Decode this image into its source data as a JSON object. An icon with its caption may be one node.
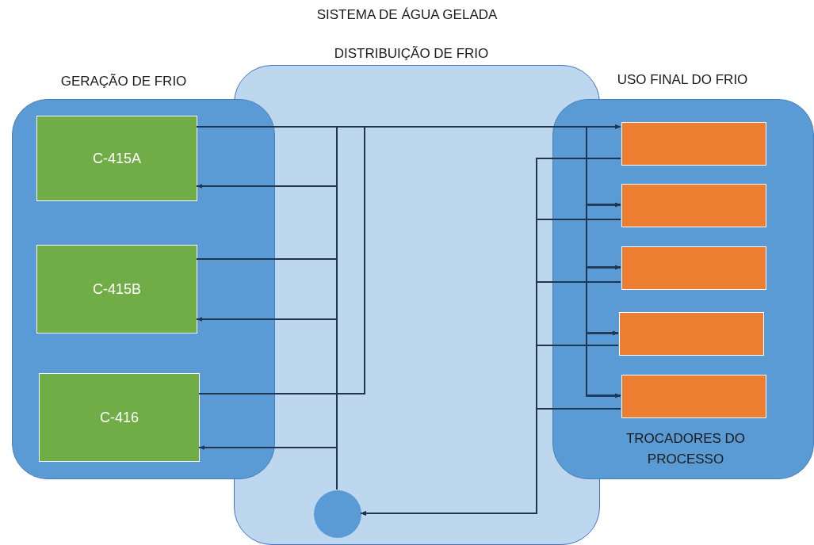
{
  "diagram": {
    "title": "SISTEMA DE ÁGUA GELADA",
    "nodes": [
      {
        "text": [
          "GERAÇÃO DE FRIO"
        ]
      },
      {
        "text": [
          "C-415A"
        ],
        "in": 0
      },
      {
        "text": [
          "C-415B"
        ],
        "in": 0
      },
      {
        "text": [
          "C-416"
        ],
        "in": 0
      },
      {
        "text": [
          "DISTRIBUIÇÃO DE FRIO"
        ]
      },
      {
        "text": [],
        "shape": "circle",
        "in": 4
      },
      {
        "text": [
          "USO FINAL DO FRIO"
        ]
      },
      {
        "text": [],
        "shape": "box",
        "in": 6
      },
      {
        "text": [],
        "shape": "box",
        "in": 6
      },
      {
        "text": [],
        "shape": "box",
        "in": 6
      },
      {
        "text": [],
        "shape": "box",
        "in": 6
      },
      {
        "text": [],
        "shape": "box",
        "in": 6
      }
    ],
    "edges": [
      {
        "from": 1,
        "to": 7,
        "arrow": "to"
      },
      {
        "from": 1,
        "to": 8,
        "arrow": "to"
      },
      {
        "from": 1,
        "to": 9,
        "arrow": "to"
      },
      {
        "from": 1,
        "to": 10,
        "arrow": "to"
      },
      {
        "from": 1,
        "to": 11,
        "arrow": "to"
      },
      {
        "from": 2,
        "to": 7,
        "arrow": "to"
      },
      {
        "from": 2,
        "to": 8,
        "arrow": "to"
      },
      {
        "from": 2,
        "to": 9,
        "arrow": "to"
      },
      {
        "from": 2,
        "to": 10,
        "arrow": "to"
      },
      {
        "from": 2,
        "to": 11,
        "arrow": "to"
      },
      {
        "from": 3,
        "to": 7,
        "arrow": "to"
      },
      {
        "from": 3,
        "to": 8,
        "arrow": "to"
      },
      {
        "from": 3,
        "to": 9,
        "arrow": "to"
      },
      {
        "from": 3,
        "to": 10,
        "arrow": "to"
      },
      {
        "from": 3,
        "to": 11,
        "arrow": "to"
      },
      {
        "from": 7,
        "to": 5,
        "arrow": "to"
      },
      {
        "from": 8,
        "to": 5,
        "arrow": "to"
      },
      {
        "from": 9,
        "to": 5,
        "arrow": "to"
      },
      {
        "from": 10,
        "to": 5,
        "arrow": "to"
      },
      {
        "from": 11,
        "to": 5,
        "arrow": "to"
      },
      {
        "from": 5,
        "to": 1,
        "arrow": "to"
      },
      {
        "from": 5,
        "to": 2,
        "arrow": "to"
      },
      {
        "from": 5,
        "to": 3,
        "arrow": "to"
      }
    ],
    "labels": [
      "TROCADORES DO PROCESSO"
    ]
  }
}
